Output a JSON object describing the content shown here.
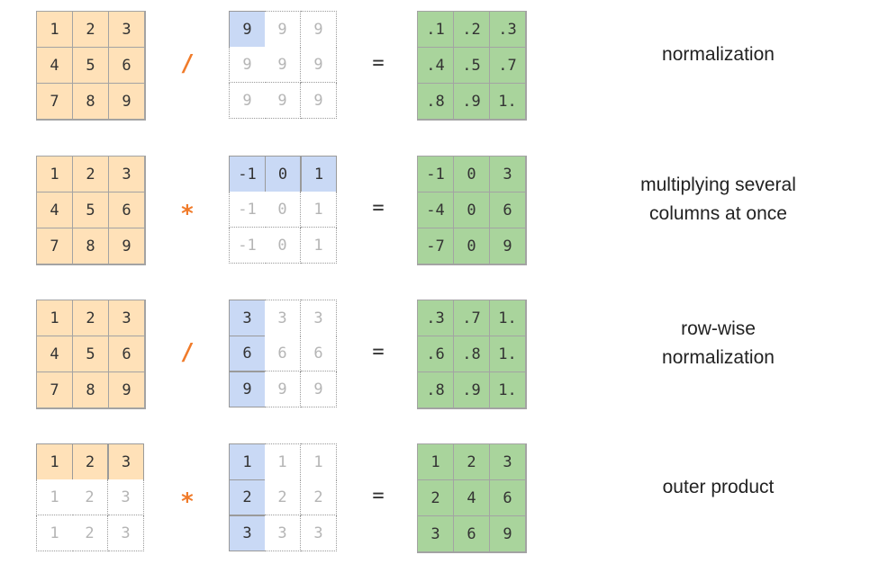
{
  "rows": [
    {
      "left": {
        "values": [
          "1",
          "2",
          "3",
          "4",
          "5",
          "6",
          "7",
          "8",
          "9"
        ],
        "style": [
          "orange",
          "orange",
          "orange",
          "orange",
          "orange",
          "orange",
          "orange",
          "orange",
          "orange"
        ]
      },
      "operator": "/",
      "middle": {
        "values": [
          "9",
          "9",
          "9",
          "9",
          "9",
          "9",
          "9",
          "9",
          "9"
        ],
        "style": [
          "blue",
          "ghost",
          "ghost",
          "ghost",
          "ghost",
          "ghost",
          "ghost",
          "ghost",
          "ghost"
        ]
      },
      "equals": "=",
      "result": {
        "values": [
          ".1",
          ".2",
          ".3",
          ".4",
          ".5",
          ".7",
          ".8",
          ".9",
          "1."
        ]
      },
      "label": [
        "normalization"
      ]
    },
    {
      "left": {
        "values": [
          "1",
          "2",
          "3",
          "4",
          "5",
          "6",
          "7",
          "8",
          "9"
        ],
        "style": [
          "orange",
          "orange",
          "orange",
          "orange",
          "orange",
          "orange",
          "orange",
          "orange",
          "orange"
        ]
      },
      "operator": "*",
      "middle": {
        "values": [
          "-1",
          "0",
          "1",
          "-1",
          "0",
          "1",
          "-1",
          "0",
          "1"
        ],
        "style": [
          "blue",
          "blue",
          "blue",
          "ghost",
          "ghost",
          "ghost",
          "ghost",
          "ghost",
          "ghost"
        ]
      },
      "equals": "=",
      "result": {
        "values": [
          "-1",
          "0",
          "3",
          "-4",
          "0",
          "6",
          "-7",
          "0",
          "9"
        ]
      },
      "label": [
        "multiplying several",
        "columns at once"
      ]
    },
    {
      "left": {
        "values": [
          "1",
          "2",
          "3",
          "4",
          "5",
          "6",
          "7",
          "8",
          "9"
        ],
        "style": [
          "orange",
          "orange",
          "orange",
          "orange",
          "orange",
          "orange",
          "orange",
          "orange",
          "orange"
        ]
      },
      "operator": "/",
      "middle": {
        "values": [
          "3",
          "3",
          "3",
          "6",
          "6",
          "6",
          "9",
          "9",
          "9"
        ],
        "style": [
          "blue",
          "ghost",
          "ghost",
          "blue",
          "ghost",
          "ghost",
          "blue",
          "ghost",
          "ghost"
        ]
      },
      "equals": "=",
      "result": {
        "values": [
          ".3",
          ".7",
          "1.",
          ".6",
          ".8",
          "1.",
          ".8",
          ".9",
          "1."
        ]
      },
      "label": [
        "row-wise",
        "normalization"
      ]
    },
    {
      "left": {
        "values": [
          "1",
          "2",
          "3",
          "1",
          "2",
          "3",
          "1",
          "2",
          "3"
        ],
        "style": [
          "orange",
          "orange",
          "orange",
          "ghost",
          "ghost",
          "ghost",
          "ghost",
          "ghost",
          "ghost"
        ]
      },
      "operator": "*",
      "middle": {
        "values": [
          "1",
          "1",
          "1",
          "2",
          "2",
          "2",
          "3",
          "3",
          "3"
        ],
        "style": [
          "blue",
          "ghost",
          "ghost",
          "blue",
          "ghost",
          "ghost",
          "blue",
          "ghost",
          "ghost"
        ]
      },
      "equals": "=",
      "result": {
        "values": [
          "1",
          "2",
          "3",
          "2",
          "4",
          "6",
          "3",
          "6",
          "9"
        ]
      },
      "label": [
        "outer product"
      ]
    }
  ],
  "colors": {
    "operand": "#ffe1b8",
    "broadcast": "#c9d9f5",
    "result": "#a9d49c",
    "operator": "#f07b2a",
    "ghost_text": "#b5b5b5"
  }
}
